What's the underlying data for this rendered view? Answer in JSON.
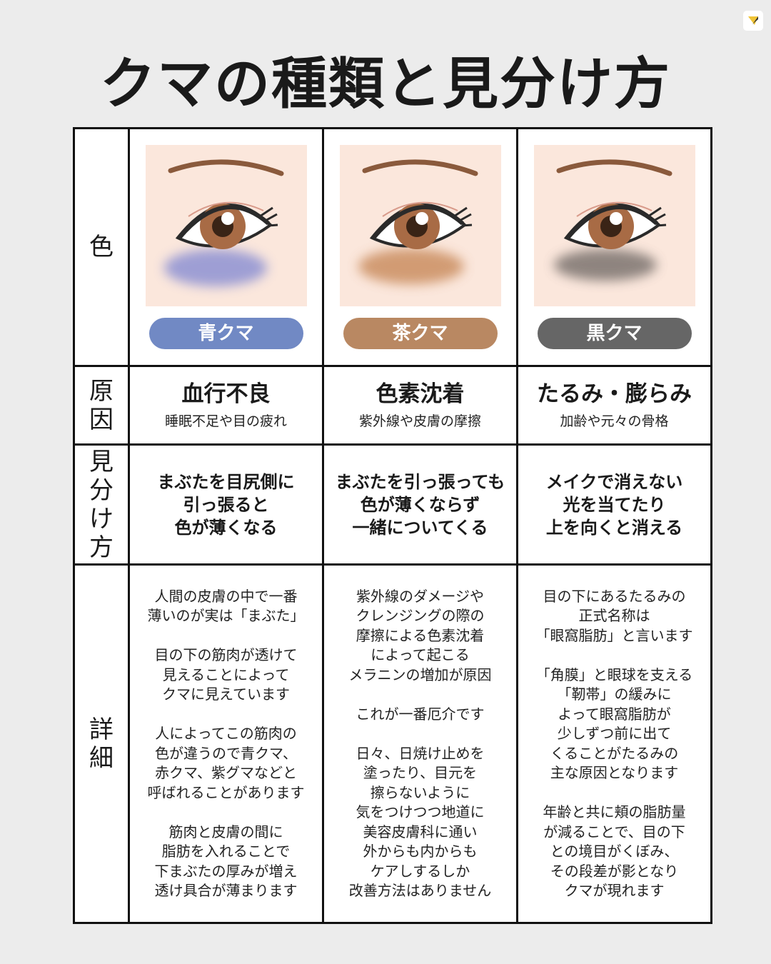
{
  "title": "クマの種類と見分け方",
  "labels": {
    "color": "色",
    "cause": "原因",
    "howto": "見分け方",
    "detail": "詳細"
  },
  "colors": {
    "blue": "#7189c4",
    "brown": "#b98862",
    "black": "#666666",
    "skin": "#fbe7dc"
  },
  "columns": [
    {
      "name": "青クマ",
      "cause": "血行不良",
      "cause_sub": "睡眠不足や目の疲れ",
      "howto": "まぶたを目尻側に\n引っ張ると\n色が薄くなる",
      "detail": "人間の皮膚の中で一番\n薄いのが実は「まぶた」\n\n目の下の筋肉が透けて\n見えることによって\nクマに見えています\n\n人によってこの筋肉の\n色が違うので青クマ、\n赤クマ、紫グマなどと\n呼ばれることがあります\n\n筋肉と皮膚の間に\n脂肪を入れることで\n下まぶたの厚みが増え\n透け具合が薄まります"
    },
    {
      "name": "茶クマ",
      "cause": "色素沈着",
      "cause_sub": "紫外線や皮膚の摩擦",
      "howto": "まぶたを引っ張っても\n色が薄くならず\n一緒についてくる",
      "detail": "紫外線のダメージや\nクレンジングの際の\n摩擦による色素沈着\nによって起こる\nメラニンの増加が原因\n\nこれが一番厄介です\n\n日々、日焼け止めを\n塗ったり、目元を\n擦らないように\n気をつけつつ地道に\n美容皮膚科に通い\n外からも内からも\nケアしするしか\n改善方法はありません"
    },
    {
      "name": "黒クマ",
      "cause": "たるみ・膨らみ",
      "cause_sub": "加齢や元々の骨格",
      "howto": "メイクで消えない\n光を当てたり\n上を向くと消える",
      "detail": "目の下にあるたるみの\n正式名称は\n「眼窩脂肪」と言います\n\n「角膜」と眼球を支える\n「靭帯」の緩みに\nよって眼窩脂肪が\n少しずつ前に出て\nくることがたるみの\n主な原因となります\n\n年齢と共に頬の脂肪量\nが減ることで、目の下\nとの境目がくぼみ、\nその段差が影となり\nクマが現れます"
    }
  ]
}
